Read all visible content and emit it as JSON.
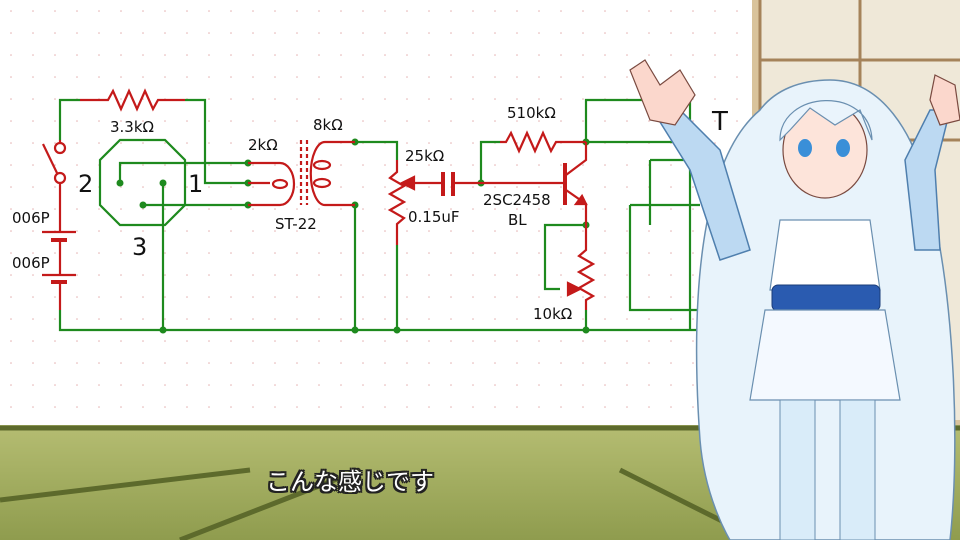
{
  "schematic": {
    "battery_labels": [
      "006P",
      "006P"
    ],
    "resistor_r1": "3.3kΩ",
    "ic_pins": [
      "2",
      "1",
      "3"
    ],
    "transformer_primary": "2kΩ",
    "transformer_secondary": "8kΩ",
    "transformer_model": "ST-22",
    "pot_volume": "25kΩ",
    "capacitor": "0.15uF",
    "resistor_feedback": "510kΩ",
    "transistor_model": "2SC2458",
    "transistor_rank": "BL",
    "pot_emitter": "10kΩ",
    "partial_label": "T"
  },
  "subtitle": "こんな感じです",
  "colors": {
    "wire": "#1e8a1e",
    "component": "#c41a1a",
    "board": "#ffffff",
    "tatami": "#a9b866"
  }
}
